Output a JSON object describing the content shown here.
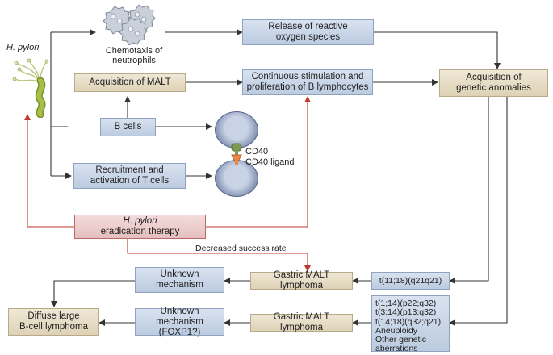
{
  "organism": {
    "label": "H. pylori"
  },
  "neutrophils": {
    "label": "Chemotaxis of\nneutrophils"
  },
  "boxes": {
    "ros": "Release of reactive\noxygen species",
    "malt_acq": "Acquisition of MALT",
    "stimulation": "Continuous stimulation and\nproliferation of B lymphocytes",
    "genetic": "Acquisition of\ngenetic anomalies",
    "bcells": "B cells",
    "tcells": "Recruitment and\nactivation of T cells",
    "eradication_italic": "H. pylori",
    "eradication_rest": "eradication therapy",
    "unknown1": "Unknown\nmechanism",
    "gastric1": "Gastric MALT lymphoma",
    "translocation1": "t(11;18)(q21q21)",
    "dlbcl": "Diffuse large\nB-cell lymphoma",
    "unknown2": "Unknown\nmechanism (FOXP1?)",
    "gastric2": "Gastric MALT lymphoma",
    "translocations2": "t(1;14)(p22;q32)\nt(3;14)(p13;q32)\nt(14;18)(q32;q21)\nAneuploidy\nOther genetic\naberrations"
  },
  "labels": {
    "cd40": "CD40",
    "cd40_ligand": "CD40 ligand",
    "decreased": "Decreased success rate"
  },
  "colors": {
    "blue_box": "#c9d5e8",
    "tan_box": "#e6dcc3",
    "red_box": "#ebcaca",
    "red_arrow": "#c0392b",
    "black_arrow": "#333333"
  },
  "icons": {
    "bacterium": "helicobacter-bacterium-icon",
    "neutrophils": "neutrophil-cluster-icon",
    "cells": "lymphocyte-cell-icon"
  }
}
